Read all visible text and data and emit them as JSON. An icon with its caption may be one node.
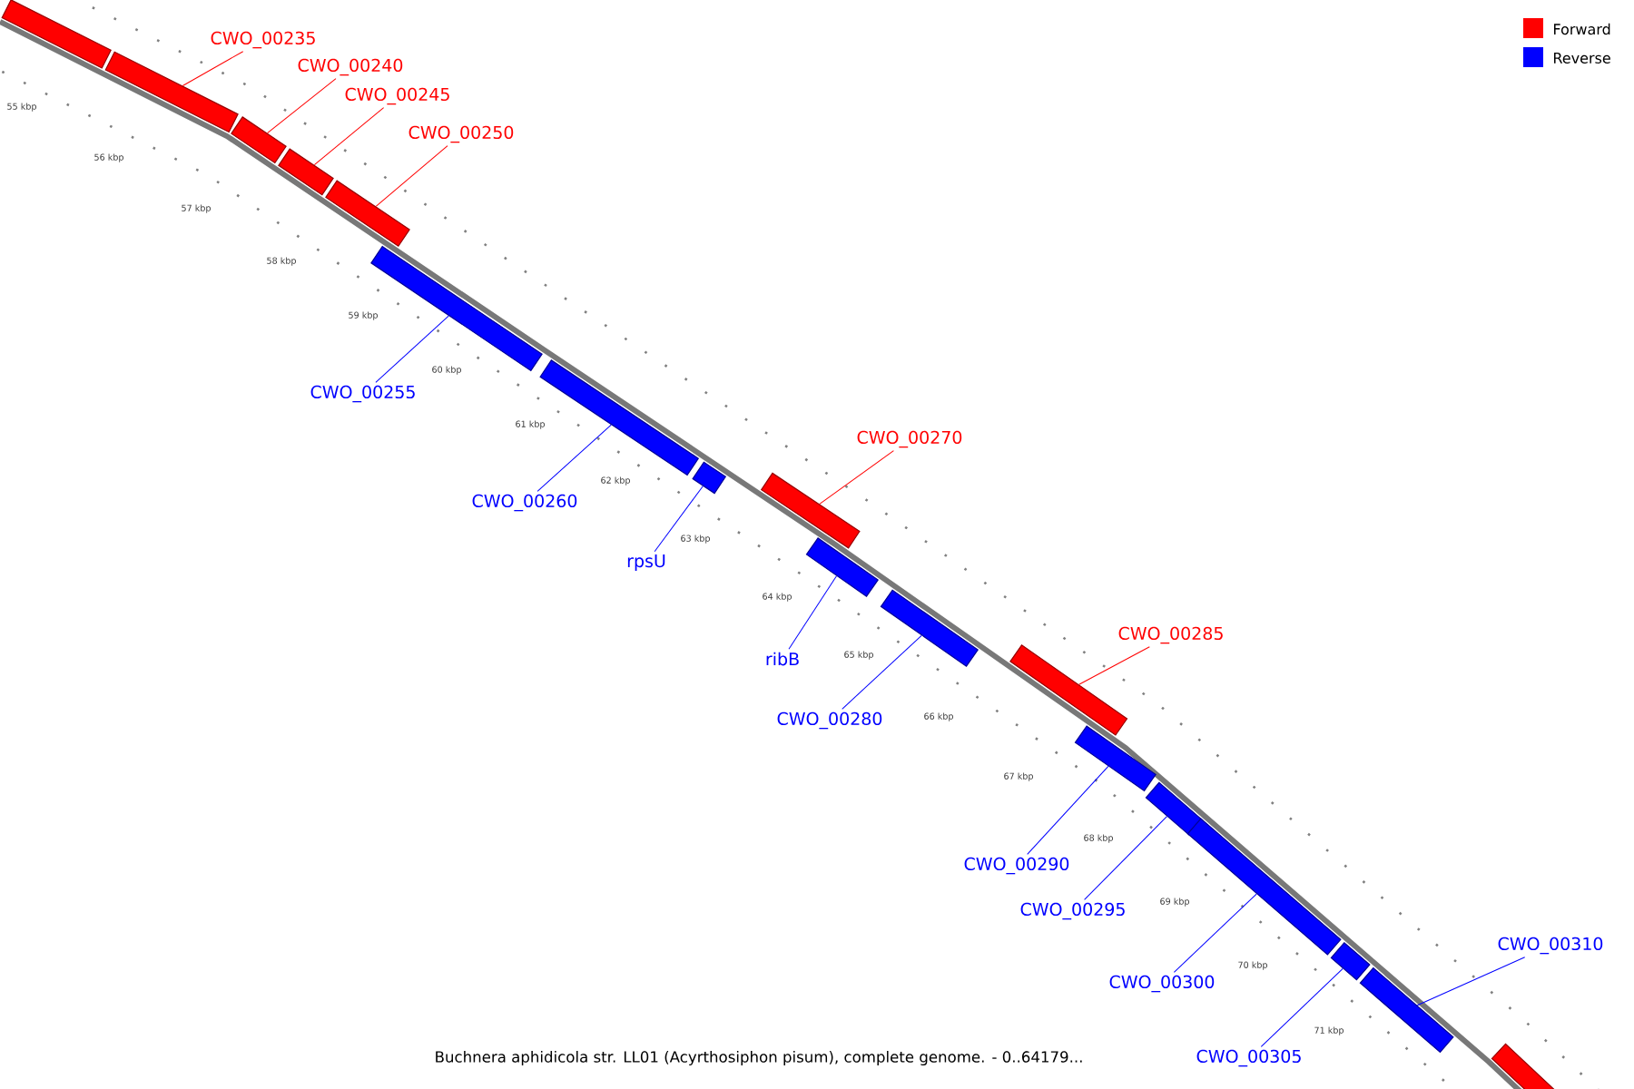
{
  "diagram": {
    "caption": "Buchnera aphidicola str. LL01 (Acyrthosiphon pisum), complete genome. - 0..64179...",
    "nodes": [
      {
        "text": [],
        "shape": "bar"
      },
      {
        "text": [
          "CWO_00235"
        ]
      },
      {
        "text": [],
        "shape": "bar"
      },
      {
        "text": [
          "CWO_00240"
        ]
      },
      {
        "text": [],
        "shape": "bar"
      },
      {
        "text": [
          "CWO_00245"
        ]
      },
      {
        "text": [],
        "shape": "bar"
      },
      {
        "text": [
          "CWO_00250"
        ]
      },
      {
        "text": [],
        "shape": "bar"
      },
      {
        "text": [
          "CWO_00255"
        ]
      },
      {
        "text": [],
        "shape": "bar"
      },
      {
        "text": [
          "CWO_00260"
        ]
      },
      {
        "text": [],
        "shape": "bar"
      },
      {
        "text": [
          "rpsU"
        ]
      },
      {
        "text": [],
        "shape": "bar"
      },
      {
        "text": [
          "CWO_00270"
        ]
      },
      {
        "text": [],
        "shape": "bar"
      },
      {
        "text": [
          "ribB"
        ]
      },
      {
        "text": [],
        "shape": "bar"
      },
      {
        "text": [
          "CWO_00280"
        ]
      },
      {
        "text": [],
        "shape": "bar"
      },
      {
        "text": [
          "CWO_00285"
        ]
      },
      {
        "text": [],
        "shape": "bar"
      },
      {
        "text": [
          "CWO_00290"
        ]
      },
      {
        "text": [],
        "shape": "bar"
      },
      {
        "text": [
          "CWO_00295"
        ]
      },
      {
        "text": [],
        "shape": "bar"
      },
      {
        "text": [
          "CWO_00300"
        ]
      },
      {
        "text": [],
        "shape": "bar"
      },
      {
        "text": [
          "CWO_00305"
        ]
      },
      {
        "text": [],
        "shape": "bar"
      },
      {
        "text": [
          "CWO_00310"
        ]
      },
      {
        "text": [],
        "shape": "bar"
      },
      {
        "text": [],
        "shape": "bar"
      }
    ],
    "edges": [
      {
        "from": 1,
        "to": 2,
        "arrow": "none",
        "color": "#ff0000"
      },
      {
        "from": 3,
        "to": 4,
        "arrow": "none",
        "color": "#ff0000"
      },
      {
        "from": 5,
        "to": 6,
        "arrow": "none",
        "color": "#ff0000"
      },
      {
        "from": 7,
        "to": 8,
        "arrow": "none",
        "color": "#ff0000"
      },
      {
        "from": 9,
        "to": 10,
        "arrow": "none"
      },
      {
        "from": 11,
        "to": 12,
        "arrow": "none"
      },
      {
        "from": 13,
        "to": 14,
        "arrow": "none"
      },
      {
        "from": 15,
        "to": 16,
        "arrow": "none",
        "color": "#ff0000"
      },
      {
        "from": 17,
        "to": 18,
        "arrow": "none"
      },
      {
        "from": 19,
        "to": 20,
        "arrow": "none"
      },
      {
        "from": 21,
        "to": 22,
        "arrow": "none",
        "color": "#ff0000"
      },
      {
        "from": 23,
        "to": 24,
        "arrow": "none"
      },
      {
        "from": 25,
        "to": 26,
        "arrow": "none"
      },
      {
        "from": 27,
        "to": 28,
        "arrow": "none"
      },
      {
        "from": 29,
        "to": 30,
        "arrow": "none"
      },
      {
        "from": 31,
        "to": 32,
        "arrow": "none"
      }
    ],
    "labels": [
      "55 kbp",
      "56 kbp",
      "57 kbp",
      "58 kbp",
      "59 kbp",
      "60 kbp",
      "61 kbp",
      "62 kbp",
      "63 kbp",
      "64 kbp",
      "65 kbp",
      "66 kbp",
      "67 kbp",
      "68 kbp",
      "69 kbp",
      "70 kbp",
      "71 kbp"
    ],
    "legend": [
      {
        "text": "Forward",
        "color": "#ff0000"
      },
      {
        "text": "Reverse",
        "color": "#0000ff"
      }
    ]
  }
}
